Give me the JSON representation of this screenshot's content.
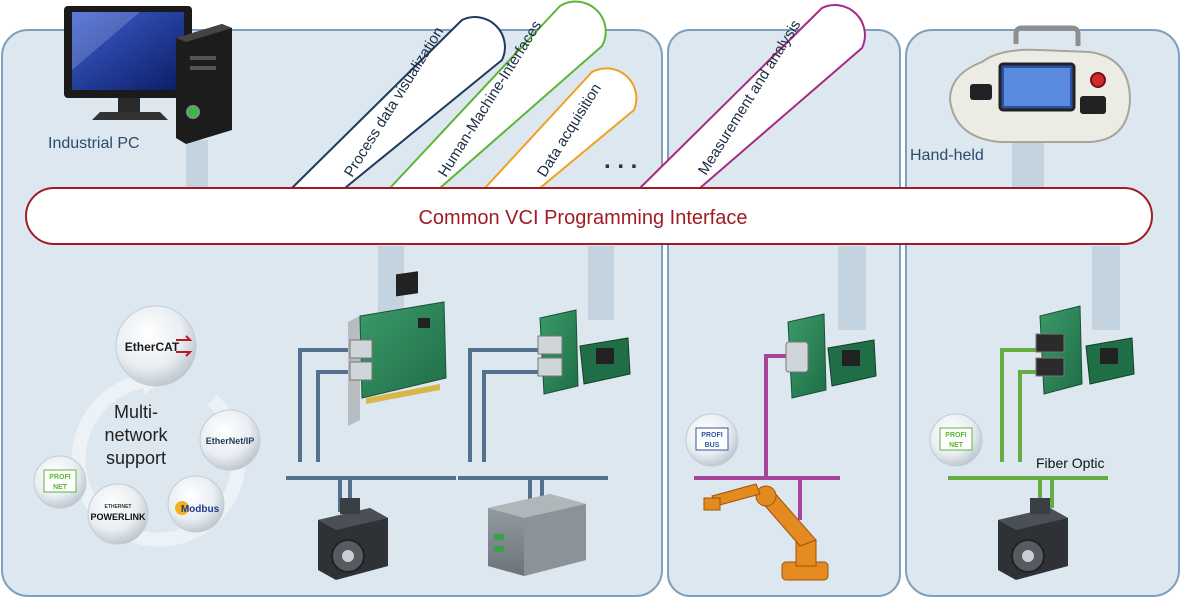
{
  "labels": {
    "industrial_pc": "Industrial PC",
    "hand_held": "Hand-held",
    "common_vci": "Common VCI Programming Interface",
    "fiber_optic": "Fiber Optic",
    "multi_network": [
      "Multi-",
      "network",
      "support"
    ],
    "ellipsis": ". . ."
  },
  "applications": [
    {
      "label": "Process data visualization",
      "color": "#1f3a5f"
    },
    {
      "label": "Human-Machine-Interfaces",
      "color": "#5bb536"
    },
    {
      "label": "Data acquisition",
      "color": "#f0a020"
    },
    {
      "label": "Measurement and analysis",
      "color": "#a52a86"
    }
  ],
  "network_logos": {
    "ethercat": "EtherCAT",
    "ethernet_ip": "EtherNet/IP",
    "modbus": "Modbus",
    "powerlink_top": "ETHERNET",
    "powerlink": "POWERLINK",
    "profinet_top": "PROFI",
    "profinet_bottom": "NET",
    "profibus_top": "PROFI",
    "profibus_bottom": "BUS"
  },
  "colors": {
    "panel_bg": "#dce7f0",
    "panel_border": "#7e9fbd",
    "connector": "#c3d3e0",
    "vci_border": "#a01c24",
    "vci_text": "#a01c24",
    "ethernet_line": "#54708f",
    "profibus_line": "#a8449a",
    "fiber_line": "#64ad45",
    "label_text": "#2c4a6b"
  }
}
